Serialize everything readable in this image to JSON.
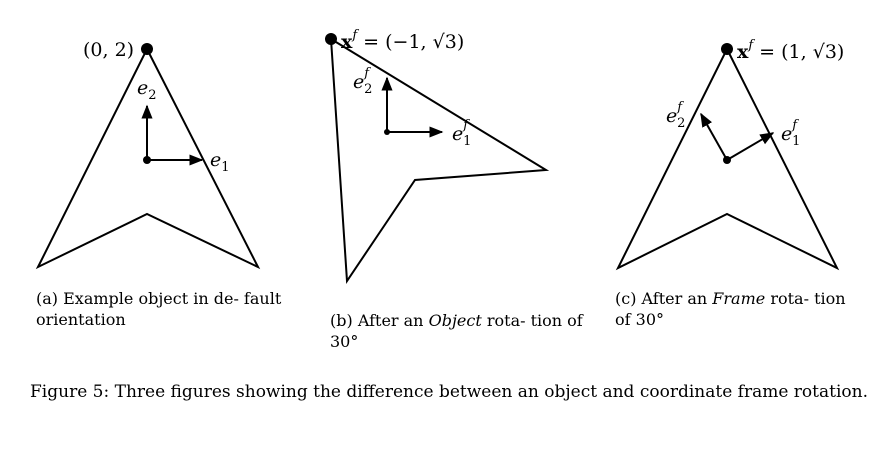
{
  "panels": {
    "a": {
      "point_label": "(0, 2)",
      "e1": "e",
      "e1_sub": "1",
      "e2": "e",
      "e2_sub": "2",
      "caption": "(a) Example object in de- fault orientation"
    },
    "b": {
      "point_label_x": "x",
      "point_label_sup": "f",
      "point_label_rest": " = (−1, √3)",
      "e1": "e",
      "e1_sup": "f",
      "e1_sub": "1",
      "e2": "e",
      "e2_sup": "f",
      "e2_sub": "2",
      "caption_before": "(b) After an ",
      "caption_italic": "Object",
      "caption_after": " rota- tion of 30°"
    },
    "c": {
      "point_label_x": "x",
      "point_label_sup": "f",
      "point_label_rest": " = (1, √3)",
      "e1": "e",
      "e1_sup": "f",
      "e1_sub": "1",
      "e2": "e",
      "e2_sup": "f",
      "e2_sub": "2",
      "caption_before": "(c) After an ",
      "caption_italic": "Frame",
      "caption_after": " rota- tion of 30°"
    }
  },
  "figure_caption": "Figure 5: Three figures showing the difference between an object and coordinate frame rotation."
}
